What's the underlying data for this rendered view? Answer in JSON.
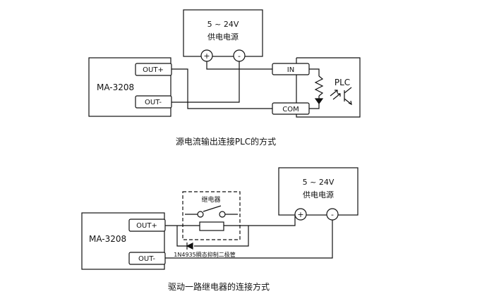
{
  "diagram1": {
    "psu_voltage": "5 ~ 24V",
    "psu_label": "供电电源",
    "plus": "+",
    "minus": "-",
    "device": "MA-3208",
    "out_plus": "OUT+",
    "out_minus": "OUT-",
    "plc_in": "IN",
    "plc_com": "COM",
    "plc_label": "PLC",
    "caption": "源电流输出连接PLC的方式"
  },
  "diagram2": {
    "psu_voltage": "5 ~ 24V",
    "psu_label": "供电电源",
    "plus": "+",
    "minus": "-",
    "device": "MA-3208",
    "out_plus": "OUT+",
    "out_minus": "OUT-",
    "relay_label": "继电器",
    "diode_label": "1N4935瞬态抑制二极管",
    "caption": "驱动一路继电器的连接方式"
  }
}
